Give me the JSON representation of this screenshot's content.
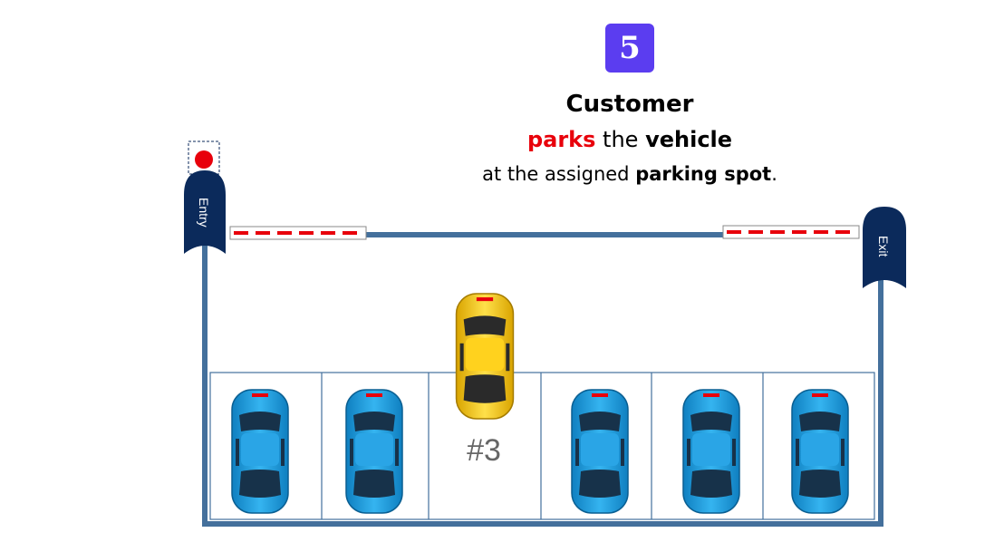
{
  "step": {
    "number": "5"
  },
  "caption": {
    "line1": "Customer",
    "line2_word1": "parks",
    "line2_word2": " the ",
    "line2_word3": "vehicle",
    "line3_word1": "at the assigned ",
    "line3_word2": "parking spot",
    "line3_word3": "."
  },
  "gates": {
    "entry_label": "Entry",
    "exit_label": "Exit"
  },
  "spots": {
    "assigned_label": "#3"
  },
  "colors": {
    "badge": "#5b3df0",
    "highlight": "#e8000b",
    "wall": "#44709c",
    "gate_cap": "#0b2a5b",
    "barrier_red": "#e8000b",
    "parked_car": "#1f9ee0",
    "customer_car": "#f3c515"
  }
}
